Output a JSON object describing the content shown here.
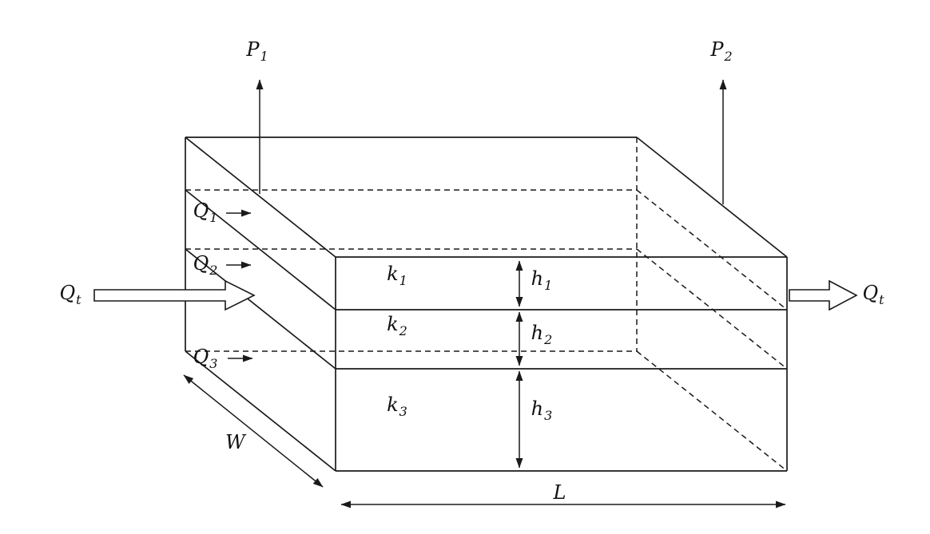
{
  "labels": {
    "p1": {
      "base": "P",
      "sub": "1"
    },
    "p2": {
      "base": "P",
      "sub": "2"
    },
    "q1": {
      "base": "Q",
      "sub": "1"
    },
    "q2": {
      "base": "Q",
      "sub": "2"
    },
    "q3": {
      "base": "Q",
      "sub": "3"
    },
    "qt_in": {
      "base": "Q",
      "sub": "t"
    },
    "qt_out": {
      "base": "Q",
      "sub": "t"
    },
    "k1": {
      "base": "k",
      "sub": "1"
    },
    "k2": {
      "base": "k",
      "sub": "2"
    },
    "k3": {
      "base": "k",
      "sub": "3"
    },
    "h1": {
      "base": "h",
      "sub": "1"
    },
    "h2": {
      "base": "h",
      "sub": "2"
    },
    "h3": {
      "base": "h",
      "sub": "3"
    },
    "w": {
      "base": "W",
      "sub": ""
    },
    "l": {
      "base": "L",
      "sub": ""
    }
  },
  "colors": {
    "line": "#1a1a1a",
    "background": "#ffffff"
  }
}
